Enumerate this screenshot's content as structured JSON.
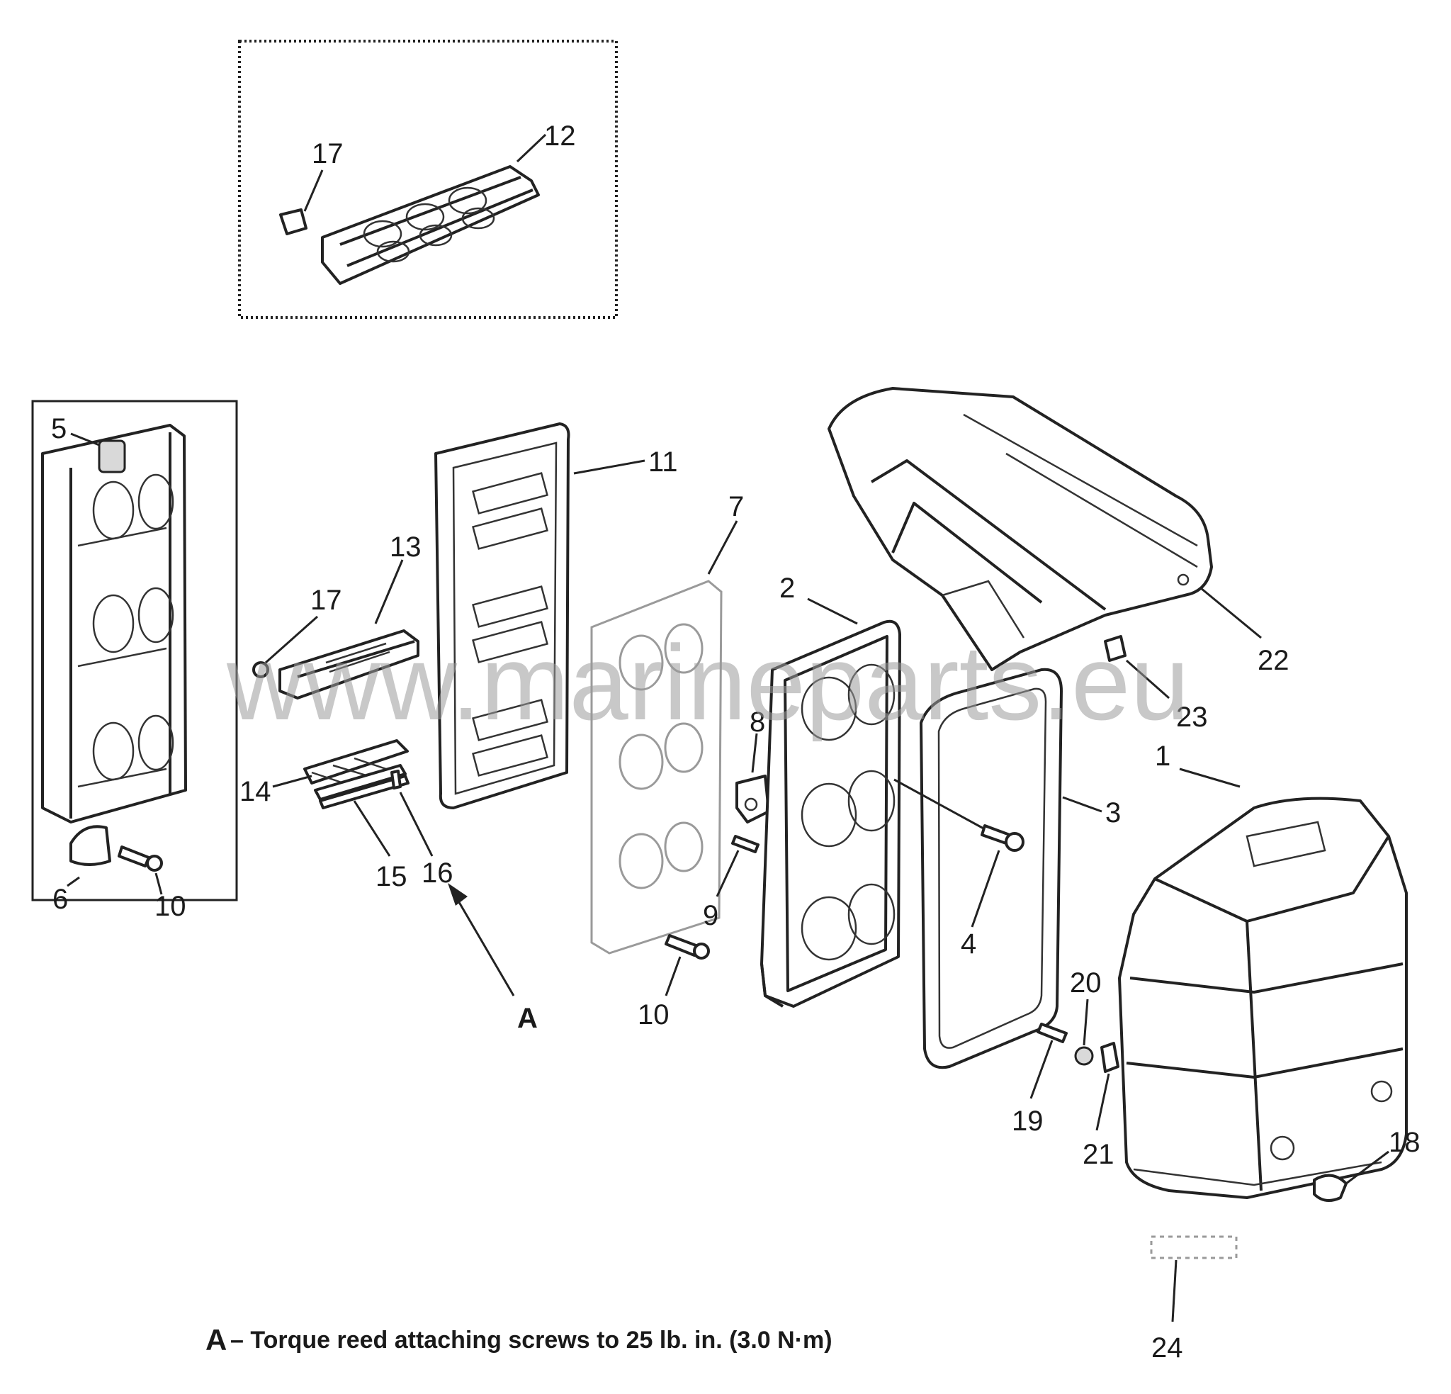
{
  "callouts": {
    "c1": "1",
    "c2": "2",
    "c3": "3",
    "c4": "4",
    "c5": "5",
    "c6": "6",
    "c7": "7",
    "c8": "8",
    "c9": "9",
    "c10a": "10",
    "c10b": "10",
    "c11": "11",
    "c12": "12",
    "c13": "13",
    "c14": "14",
    "c15": "15",
    "c16": "16",
    "c17a": "17",
    "c17b": "17",
    "c18": "18",
    "c19": "19",
    "c20": "20",
    "c21": "21",
    "c22": "22",
    "c23": "23",
    "c24": "24",
    "cA": "A"
  },
  "note": {
    "letter": "A",
    "text": "– Torque reed attaching screws to 25 lb. in. (3.0 N·m)"
  },
  "watermark": "www.marineparts.eu"
}
